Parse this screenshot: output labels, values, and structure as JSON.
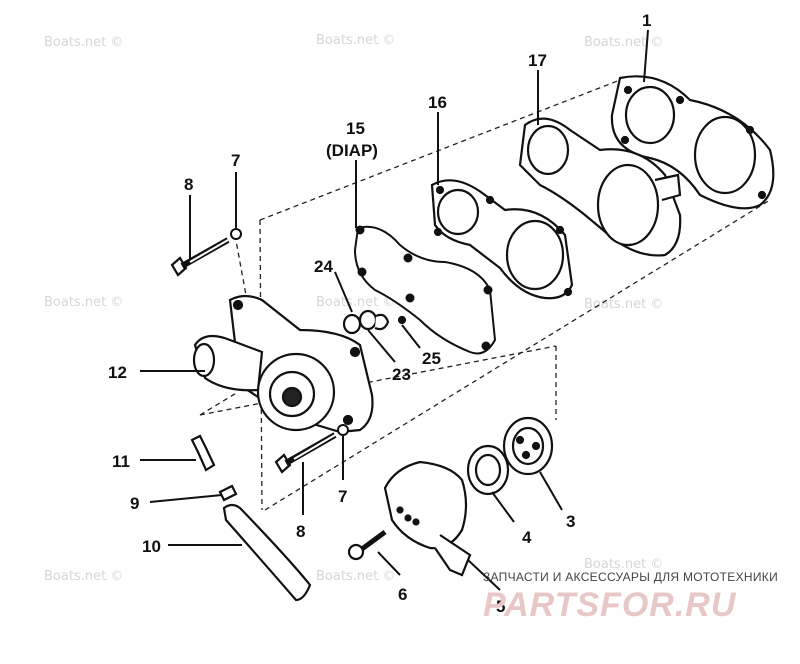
{
  "watermark": "Boats.net ©",
  "callouts": {
    "c1": "1",
    "c17": "17",
    "c16": "16",
    "c15": "15",
    "c15b": "(DIAP)",
    "c7a": "7",
    "c8a": "8",
    "c24": "24",
    "c23": "23",
    "c25": "25",
    "c12": "12",
    "c11": "11",
    "c9": "9",
    "c10": "10",
    "c8b": "8",
    "c7b": "7",
    "c6": "6",
    "c5": "5",
    "c4": "4",
    "c3": "3"
  },
  "banner": {
    "tagline": "ЗАПЧАСТИ И АКСЕССУАРЫ ДЛЯ МОТОТЕХНИКИ",
    "logo": "PARTSFOR.RU"
  }
}
